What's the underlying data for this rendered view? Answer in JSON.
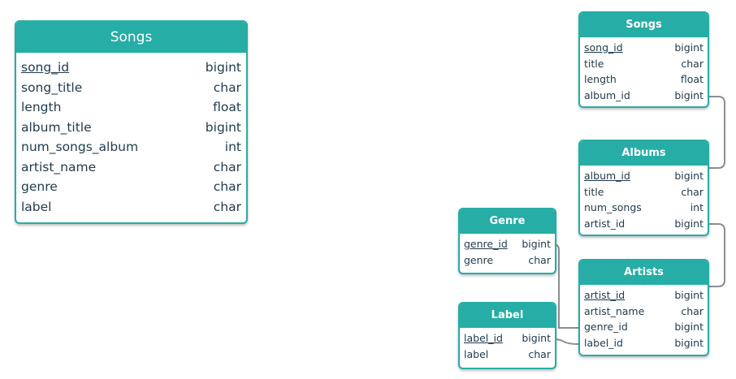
{
  "left": {
    "songs": {
      "title": "Songs",
      "columns": [
        {
          "name": "song_id",
          "type": "bigint",
          "pk": true
        },
        {
          "name": "song_title",
          "type": "char",
          "pk": false
        },
        {
          "name": "length",
          "type": "float",
          "pk": false
        },
        {
          "name": "album_title",
          "type": "bigint",
          "pk": false
        },
        {
          "name": "num_songs_album",
          "type": "int",
          "pk": false
        },
        {
          "name": "artist_name",
          "type": "char",
          "pk": false
        },
        {
          "name": "genre",
          "type": "char",
          "pk": false
        },
        {
          "name": "label",
          "type": "char",
          "pk": false
        }
      ]
    }
  },
  "right": {
    "songs": {
      "title": "Songs",
      "columns": [
        {
          "name": "song_id",
          "type": "bigint",
          "pk": true
        },
        {
          "name": "title",
          "type": "char",
          "pk": false
        },
        {
          "name": "length",
          "type": "float",
          "pk": false
        },
        {
          "name": "album_id",
          "type": "bigint",
          "pk": false
        }
      ]
    },
    "albums": {
      "title": "Albums",
      "columns": [
        {
          "name": "album_id",
          "type": "bigint",
          "pk": true
        },
        {
          "name": "title",
          "type": "char",
          "pk": false
        },
        {
          "name": "num_songs",
          "type": "int",
          "pk": false
        },
        {
          "name": "artist_id",
          "type": "bigint",
          "pk": false
        }
      ]
    },
    "artists": {
      "title": "Artists",
      "columns": [
        {
          "name": "artist_id",
          "type": "bigint",
          "pk": true
        },
        {
          "name": "artist_name",
          "type": "char",
          "pk": false
        },
        {
          "name": "genre_id",
          "type": "bigint",
          "pk": false
        },
        {
          "name": "label_id",
          "type": "bigint",
          "pk": false
        }
      ]
    },
    "genre": {
      "title": "Genre",
      "columns": [
        {
          "name": "genre_id",
          "type": "bigint",
          "pk": true
        },
        {
          "name": "genre",
          "type": "char",
          "pk": false
        }
      ]
    },
    "label": {
      "title": "Label",
      "columns": [
        {
          "name": "label_id",
          "type": "bigint",
          "pk": true
        },
        {
          "name": "label",
          "type": "char",
          "pk": false
        }
      ]
    }
  },
  "colors": {
    "header": "#26ada6",
    "text": "#1f3a4d",
    "connector": "#8a8f94"
  }
}
